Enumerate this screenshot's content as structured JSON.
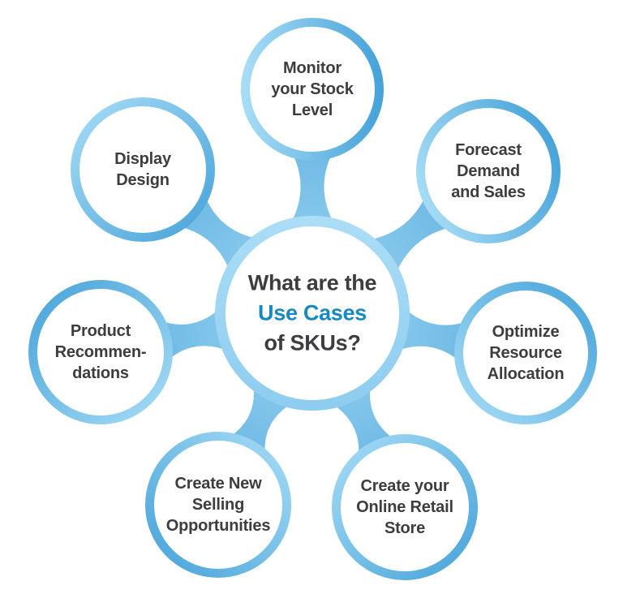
{
  "diagram": {
    "title": "What are the Use Cases of SKUs?",
    "center": {
      "line1": "What are the",
      "line2": "Use Cases",
      "line3": "of SKUs?"
    },
    "nodes": [
      {
        "id": "monitor-stock",
        "label": "Monitor\nyour Stock\nLevel"
      },
      {
        "id": "forecast-demand",
        "label": "Forecast\nDemand\nand Sales"
      },
      {
        "id": "optimize-resource",
        "label": "Optimize\nResource\nAllocation"
      },
      {
        "id": "create-online-store",
        "label": "Create your\nOnline Retail\nStore"
      },
      {
        "id": "create-selling-opportunities",
        "label": "Create New\nSelling\nOpportunities"
      },
      {
        "id": "product-recommendations",
        "label": "Product\nRecommen-\ndations"
      },
      {
        "id": "display-design",
        "label": "Display\nDesign"
      }
    ],
    "colors": {
      "background": "#ffffff",
      "text_dark": "#3d3d3f",
      "text_accent_blue": "#1789c2",
      "ring_light": "#a6dcf6",
      "ring_dark": "#47a3d9",
      "hub_ring_light": "#abddf6",
      "hub_ring_dark": "#8ecdf0",
      "spoke_light": "#9dd6f3",
      "spoke_dark": "#5fb0e0",
      "node_fill": "#ffffff"
    }
  }
}
